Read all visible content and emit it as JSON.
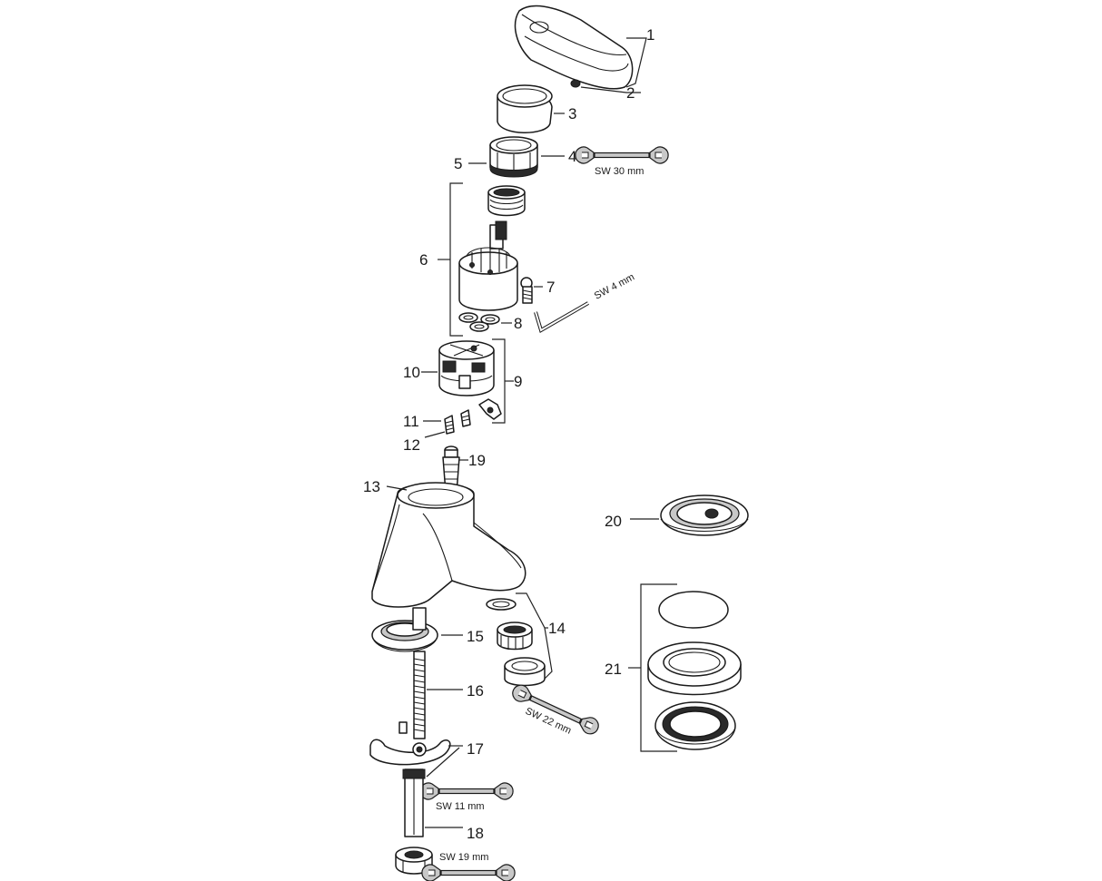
{
  "labels": {
    "l1": "1",
    "l2": "2",
    "l3": "3",
    "l4": "4",
    "l5": "5",
    "l6": "6",
    "l7": "7",
    "l8": "8",
    "l9": "9",
    "l10": "10",
    "l11": "11",
    "l12": "12",
    "l13": "13",
    "l14": "14",
    "l15": "15",
    "l16": "16",
    "l17": "17",
    "l18": "18",
    "l19": "19",
    "l20": "20",
    "l21": "21"
  },
  "tools": {
    "sw30": "SW 30 mm",
    "sw4": "SW 4 mm",
    "sw22": "SW 22 mm",
    "sw11": "SW 11 mm",
    "sw19": "SW 19 mm"
  },
  "icons": {
    "wrench": "open-end-wrench-icon",
    "hex_key": "hex-key-icon"
  }
}
